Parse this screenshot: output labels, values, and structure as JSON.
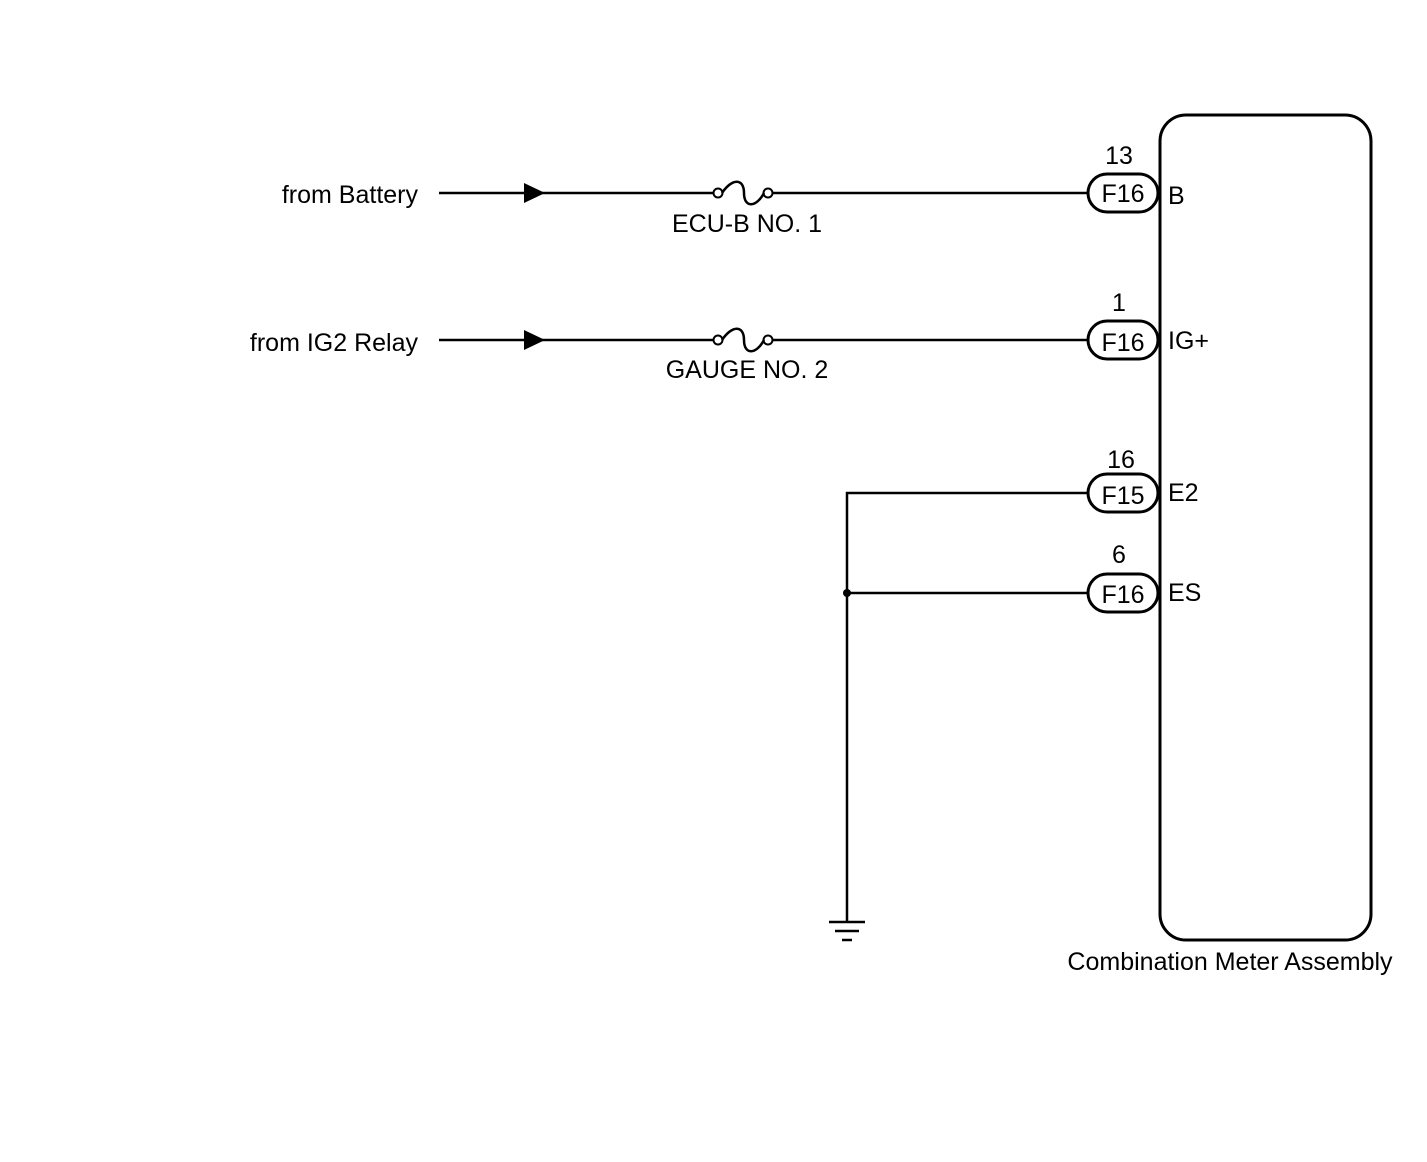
{
  "sources": {
    "battery": "from Battery",
    "ig2_relay": "from IG2 Relay"
  },
  "fuses": {
    "ecu_b": "ECU-B NO. 1",
    "gauge": "GAUGE NO. 2"
  },
  "pins": {
    "b": {
      "number": "13",
      "connector": "F16",
      "terminal": "B"
    },
    "ig": {
      "number": "1",
      "connector": "F16",
      "terminal": "IG+"
    },
    "e2": {
      "number": "16",
      "connector": "F15",
      "terminal": "E2"
    },
    "es": {
      "number": "6",
      "connector": "F16",
      "terminal": "ES"
    }
  },
  "component": {
    "name": "Combination Meter Assembly"
  },
  "colors": {
    "wire": "#000000",
    "background": "#ffffff"
  }
}
